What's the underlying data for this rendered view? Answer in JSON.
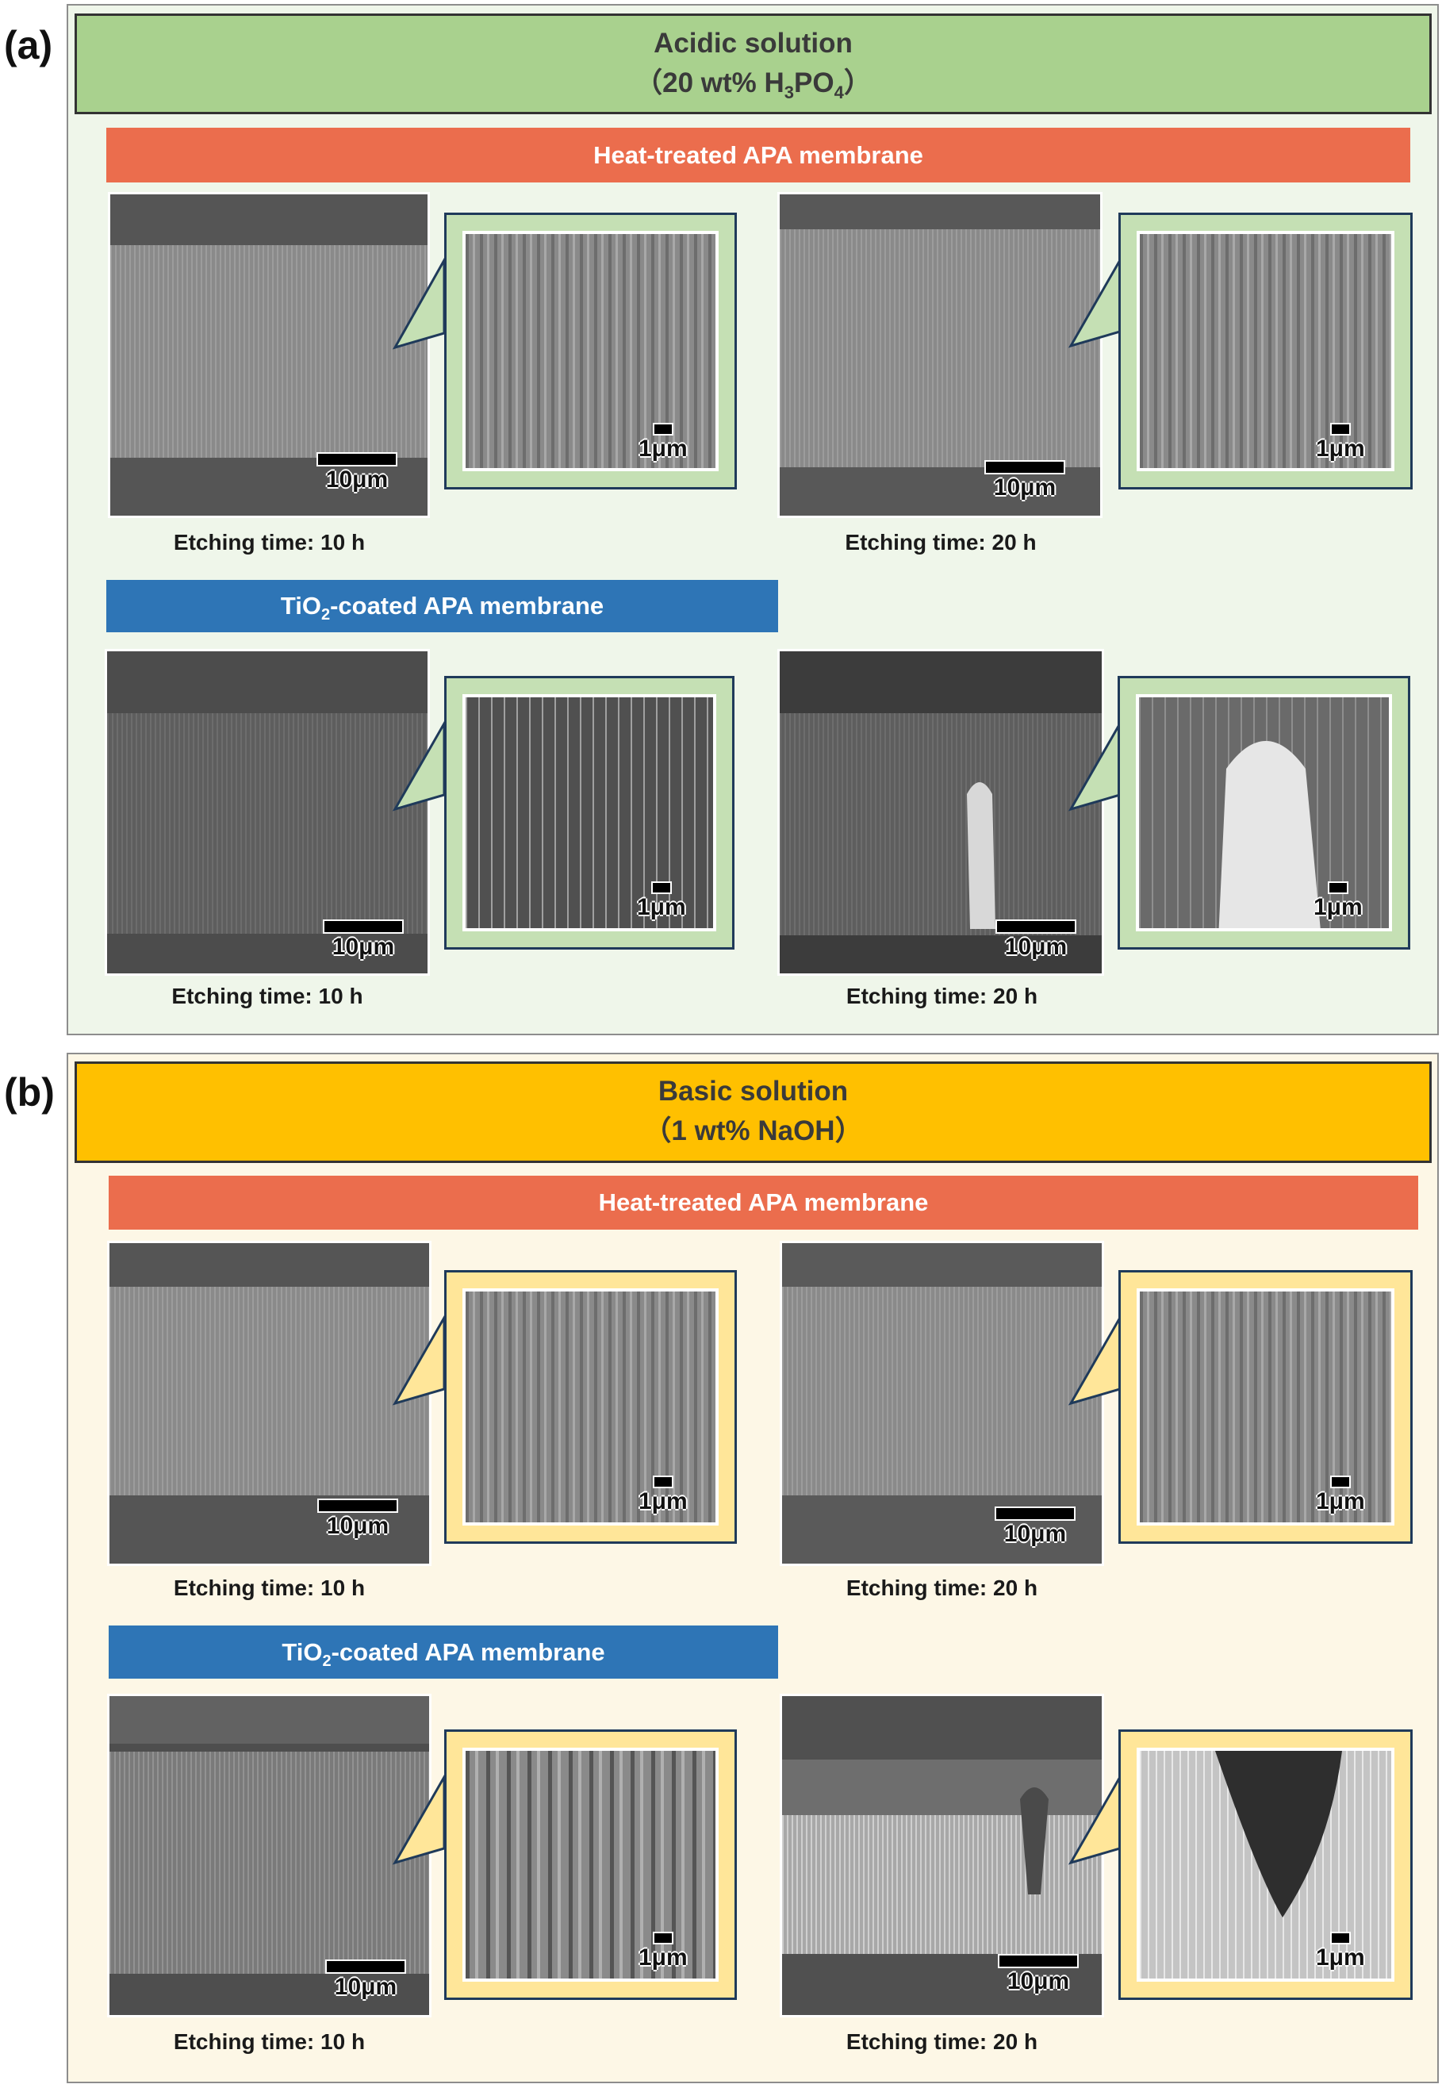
{
  "panels": [
    {
      "label": "(a)",
      "solution": {
        "title": "Acidic solution",
        "conc_prefix": "（20 wt% H",
        "conc_sub1": "3",
        "conc_mid": "PO",
        "conc_sub2": "4",
        "conc_suffix": "）",
        "color": "#a9d18e"
      },
      "heat_treated": {
        "label": "Heat-treated APA membrane",
        "color": "#eb6d4d",
        "samples": [
          {
            "caption": "Etching time: 10 h",
            "scale_main": "10μm",
            "scale_zoom": "1μm"
          },
          {
            "caption": "Etching time: 20 h",
            "scale_main": "10μm",
            "scale_zoom": "1μm"
          }
        ]
      },
      "tio2_coated": {
        "label_prefix": "TiO",
        "label_sub": "2",
        "label_suffix": "-coated APA membrane",
        "color": "#2e75b6",
        "samples": [
          {
            "caption": "Etching time: 10 h",
            "scale_main": "10μm",
            "scale_zoom": "1μm"
          },
          {
            "caption": "Etching time: 20 h",
            "scale_main": "10μm",
            "scale_zoom": "1μm"
          }
        ]
      },
      "background": "#eff6ea",
      "callout_color": "#c5e0b4"
    },
    {
      "label": "(b)",
      "solution": {
        "title": "Basic solution",
        "conc": "（1 wt% NaOH）",
        "color": "#ffc000"
      },
      "heat_treated": {
        "label": "Heat-treated APA membrane",
        "color": "#eb6d4d",
        "samples": [
          {
            "caption": "Etching time: 10 h",
            "scale_main": "10μm",
            "scale_zoom": "1μm"
          },
          {
            "caption": "Etching time: 20 h",
            "scale_main": "10μm",
            "scale_zoom": "1μm"
          }
        ]
      },
      "tio2_coated": {
        "label_prefix": "TiO",
        "label_sub": "2",
        "label_suffix": "-coated APA membrane",
        "color": "#2e75b6",
        "samples": [
          {
            "caption": "Etching time: 10 h",
            "scale_main": "10μm",
            "scale_zoom": "1μm"
          },
          {
            "caption": "Etching time: 20 h",
            "scale_main": "10μm",
            "scale_zoom": "1μm"
          }
        ]
      },
      "background": "#fdf7e6",
      "callout_color": "#ffe699"
    }
  ]
}
